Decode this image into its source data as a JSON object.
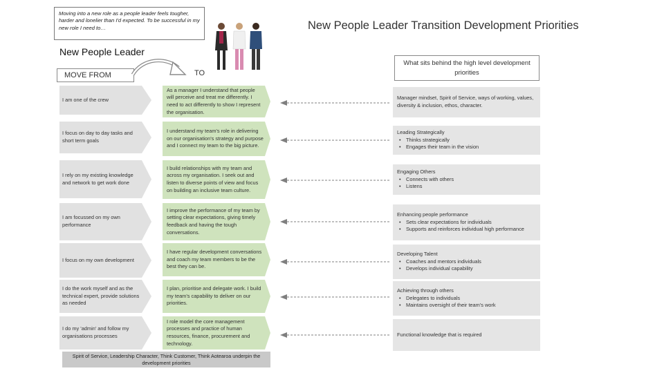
{
  "quote": "Moving into a new role as a people leader feels tougher, harder and lonelier than I'd expected. To be successful in my new role I need to…",
  "main_title": "New People Leader Transition Development Priorities",
  "section_title": "New People Leader",
  "move_from_label": "MOVE FROM",
  "to_label": "TO",
  "behind_header": "What sits behind the high level development priorities",
  "colors": {
    "from": "#e1e1e1",
    "to": "#cfe3bd",
    "behind": "#e5e5e5",
    "footer": "#c9c9c9",
    "arrow": "#7f7f7f"
  },
  "rows": [
    {
      "from": "I am one of the crew",
      "to": "As a manager I understand that people will perceive and treat me differently. I need to act differently to show I represent the organisation.",
      "behind_title": "Manager mindset, Spirit of Service, ways of working, values, diversity & inclusion, ethos, character.",
      "behind_items": []
    },
    {
      "from": "I focus on day to day tasks and short term goals",
      "to": "I understand my team's role in delivering on our organisation's strategy and purpose and I connect my team to the big picture.",
      "behind_title": "Leading Strategically",
      "behind_items": [
        "Thinks strategically",
        "Engages their team in the vision"
      ]
    },
    {
      "from": "I rely on my existing knowledge and network to get work done",
      "to": "I build relationships with my team and across my organisation. I seek out and listen to diverse points of view and focus on building an inclusive team culture.",
      "behind_title": "Engaging Others",
      "behind_items": [
        "Connects with others",
        "Listens"
      ]
    },
    {
      "from": "I am focussed on my own performance",
      "to": "I improve the performance of my team by setting clear expectations, giving timely feedback and having the tough conversations.",
      "behind_title": "Enhancing people performance",
      "behind_items": [
        "Sets clear expectations for individuals",
        "Supports and reinforces individual high performance"
      ]
    },
    {
      "from": "I focus on my own development",
      "to": "I have regular development conversations and coach my team members to be the best they can be.",
      "behind_title": "Developing Talent",
      "behind_items": [
        "Coaches and mentors individuals",
        "Develops individual capability"
      ]
    },
    {
      "from": "I do the work myself and as the technical expert, provide solutions as needed",
      "to": "I plan, prioritise and delegate work. I build my team's capability to deliver on our priorities.",
      "behind_title": "Achieving through others",
      "behind_items": [
        "Delegates to individuals",
        "Maintains oversight of their team's work"
      ]
    },
    {
      "from": "I do my 'admin' and follow my organisations processes",
      "to": "I role model the core management processes and practice of human resources, finance, procurement and technology.",
      "behind_title": "Functional knowledge that is required",
      "behind_items": []
    }
  ],
  "footer": "Spirit of Service, Leadership Character, Think Customer, Think Aotearoa underpin the development priorities"
}
